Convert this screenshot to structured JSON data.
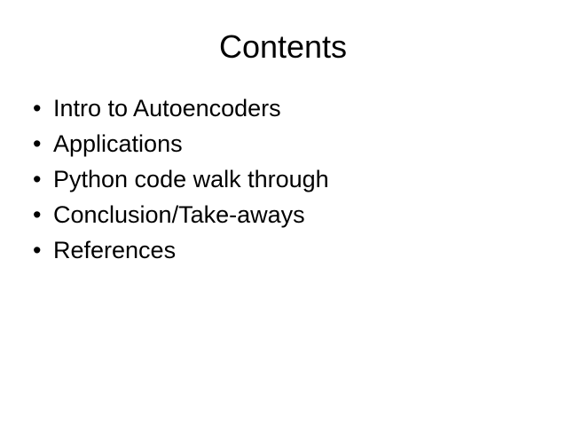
{
  "slide": {
    "title": "Contents",
    "bullet_glyph": "•",
    "items": [
      {
        "label": "Intro to Autoencoders"
      },
      {
        "label": "Applications"
      },
      {
        "label": "Python code walk through"
      },
      {
        "label": "Conclusion/Take-aways"
      },
      {
        "label": "References"
      }
    ],
    "colors": {
      "background": "#ffffff",
      "text": "#000000"
    }
  }
}
